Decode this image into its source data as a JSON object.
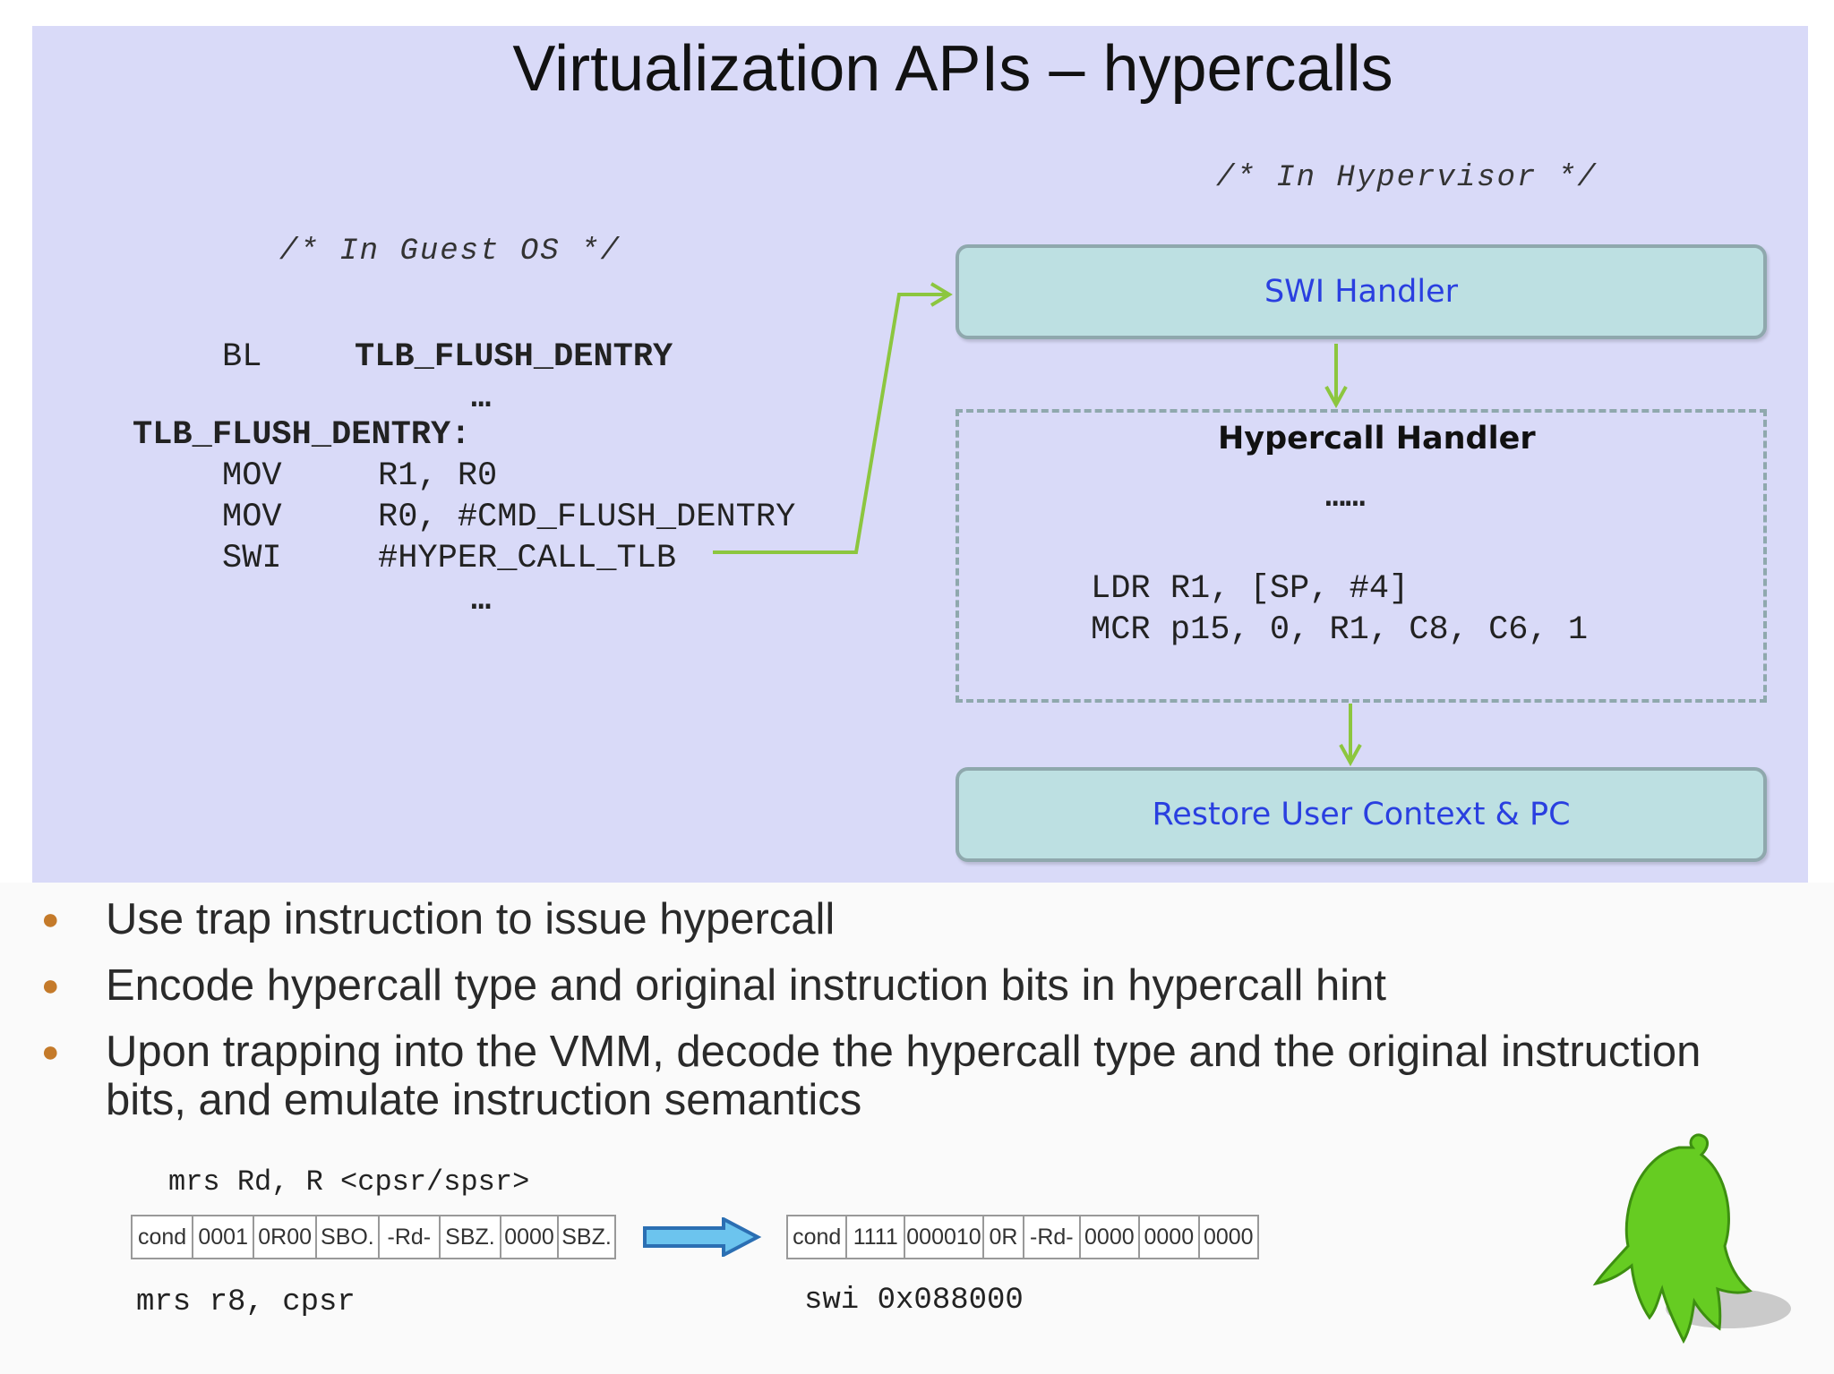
{
  "slide": {
    "title": "Virtualization APIs – hypercalls",
    "guest_comment": "/* In Guest OS */",
    "hv_comment": "/* In Hypervisor */",
    "guest_code": {
      "bl_op": "BL",
      "bl_target": "TLB_FLUSH_DENTRY",
      "ellipsis1": "…",
      "label": "TLB_FLUSH_DENTRY:",
      "l1_op": "MOV",
      "l1_args": "R1, R0",
      "l2_op": "MOV",
      "l2_args": "R0, #CMD_FLUSH_DENTRY",
      "l3_op": "SWI",
      "l3_args": "#HYPER_CALL_TLB",
      "ellipsis2": "…"
    },
    "swi_handler": "SWI Handler",
    "hypercall_handler": {
      "title": "Hypercall Handler",
      "ellipsis": "……",
      "line1": "LDR R1, [SP, #4]",
      "line2": "MCR p15, 0, R1, C8, C6, 1"
    },
    "restore": "Restore User Context & PC"
  },
  "bullets": [
    "Use trap instruction to issue hypercall",
    "Encode hypercall type and original instruction bits in hypercall hint",
    "Upon trapping into the VMM, decode the hypercall type and the original instruction bits, and emulate instruction semantics"
  ],
  "encoding": {
    "syntax": "mrs Rd, R <cpsr/spsr>",
    "left_fields": [
      "cond",
      "0001",
      "0R00",
      "SBO.",
      "-Rd-",
      "SBZ.",
      "0000",
      "SBZ."
    ],
    "right_fields": [
      "cond",
      "1111",
      "000010",
      "0R",
      "-Rd-",
      "0000",
      "0000",
      "0000"
    ],
    "left_example": "mrs r8, cpsr",
    "right_example": "swi 0x088000"
  },
  "colors": {
    "panel_bg": "#d9daf8",
    "box_fill": "#bde0e2",
    "box_text": "#2a3fe0",
    "arrow_green": "#8cc63f",
    "bullet_color": "#c47a2a",
    "mascot_green": "#66cc22"
  }
}
